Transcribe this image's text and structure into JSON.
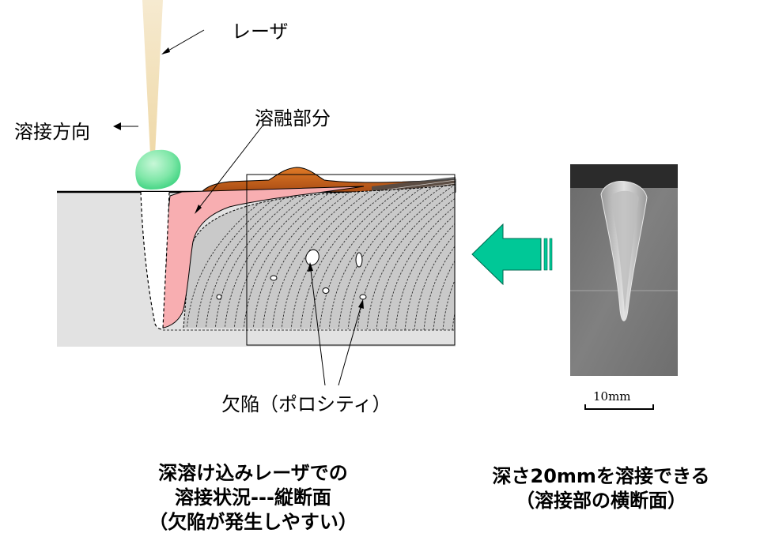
{
  "labels": {
    "laser": "レーザ",
    "weld_direction": "溶接方向",
    "molten_part": "溶融部分",
    "defect": "欠陥（ポロシティ）"
  },
  "scale": {
    "text": "10mm"
  },
  "captions": {
    "left": [
      "深溶け込みレーザでの",
      "溶接状況---縦断面",
      "（欠陥が発生しやすい）"
    ],
    "right": [
      "深さ20mmを溶接できる",
      "（溶接部の横断面）"
    ]
  },
  "colors": {
    "beam": "#f3e3bf",
    "plume": "#79e6a8",
    "molten_zone": "#f8aeb1",
    "bead": "#cf6a1e",
    "base_metal": "#e2e2e2",
    "solidified": "#c9c9c9",
    "big_arrow": "#00c897",
    "photo_bg": "#707070",
    "photo_weld": "#c8c8c8"
  },
  "icons": {
    "direction_arrow": "arrow-left-icon",
    "big_arrow": "fat-arrow-left-icon"
  }
}
